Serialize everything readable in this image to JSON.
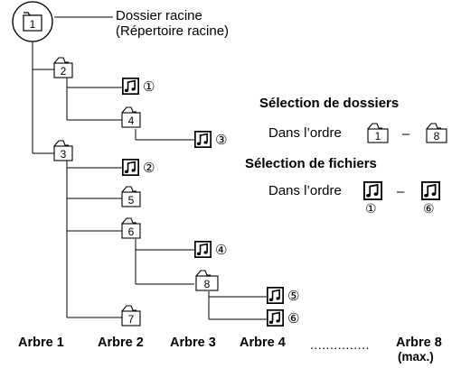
{
  "root_label": {
    "line1": "Dossier racine",
    "line2": "(Répertoire racine)"
  },
  "folders": [
    "1",
    "2",
    "3",
    "4",
    "5",
    "6",
    "7",
    "8"
  ],
  "files": [
    "①",
    "②",
    "③",
    "④",
    "⑤",
    "⑥"
  ],
  "folder_selection": {
    "title": "Sélection de dossiers",
    "order_text": "Dans l’ordre",
    "from": "1",
    "dash": "–",
    "to": "8"
  },
  "file_selection": {
    "title": "Sélection de fichiers",
    "order_text": "Dans l’ordre",
    "from": "①",
    "dash": "–",
    "to": "⑥"
  },
  "columns": [
    "Arbre 1",
    "Arbre 2",
    "Arbre 3",
    "Arbre 4"
  ],
  "dots": "...............",
  "last_column": "Arbre 8",
  "last_column_note": "(max.)"
}
